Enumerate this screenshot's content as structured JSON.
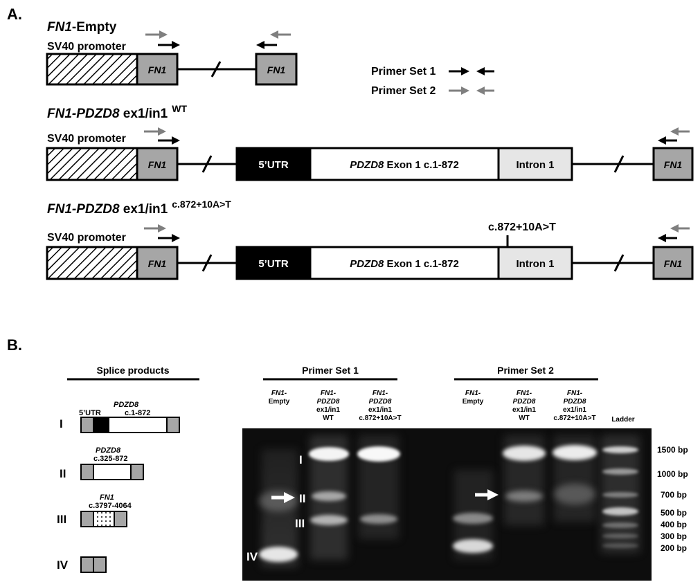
{
  "panelA": {
    "label": "A.",
    "construct1": {
      "title_italic": "FN1",
      "title_rest": "-Empty",
      "promoter": "SV40 promoter",
      "exon_left": "FN1",
      "exon_right": "FN1"
    },
    "construct2": {
      "title_italic": "FN1-PDZD8",
      "title_rest": " ex1/in1",
      "superscript": "WT",
      "promoter": "SV40 promoter",
      "exon_left": "FN1",
      "utr": "5’UTR",
      "exon1_italic": "PDZD8",
      "exon1_rest": " Exon 1 c.1-872",
      "intron": "Intron 1",
      "exon_right": "FN1"
    },
    "construct3": {
      "title_italic": "FN1-PDZD8",
      "title_rest": " ex1/in1",
      "superscript": "c.872+10A>T",
      "promoter": "SV40 promoter",
      "exon_left": "FN1",
      "utr": "5’UTR",
      "exon1_italic": "PDZD8",
      "exon1_rest": " Exon 1 c.1-872",
      "intron": "Intron 1",
      "exon_right": "FN1",
      "mutation": "c.872+10A>T"
    },
    "legend": {
      "set1": "Primer Set 1",
      "set2": "Primer Set 2"
    }
  },
  "panelB": {
    "label": "B.",
    "splice_header": "Splice products",
    "products": [
      {
        "numeral": "I",
        "gene": "PDZD8",
        "utr": "5’UTR",
        "range": "c.1-872"
      },
      {
        "numeral": "II",
        "gene": "PDZD8",
        "range": "c.325-872"
      },
      {
        "numeral": "III",
        "gene": "FN1",
        "range": "c.3797-4064"
      },
      {
        "numeral": "IV"
      }
    ],
    "set1_header": "Primer Set 1",
    "set2_header": "Primer Set 2",
    "lanes": {
      "empty": {
        "line1": "FN1-",
        "line2": "Empty"
      },
      "wt": {
        "line1": "FN1-",
        "line2": "PDZD8",
        "line3": "ex1/in1",
        "line4": "WT"
      },
      "mut": {
        "line1": "FN1-",
        "line2": "PDZD8",
        "line3": "ex1/in1",
        "line4": "c.872+10A>T"
      },
      "ladder": "Ladder"
    },
    "gel_numerals": [
      "I",
      "II",
      "III",
      "IV"
    ],
    "ladder_sizes": [
      "1500 bp",
      "1000 bp",
      "700 bp",
      "500 bp",
      "400 bp",
      "300 bp",
      "200 bp"
    ]
  },
  "colors": {
    "exon_fill": "#a6a6a6",
    "intron_fill": "#e6e6e6",
    "utr_fill": "#000000",
    "arrow_set1": "#000000",
    "arrow_set2": "#7f7f7f",
    "gel_bg": "#0d0d0d"
  }
}
